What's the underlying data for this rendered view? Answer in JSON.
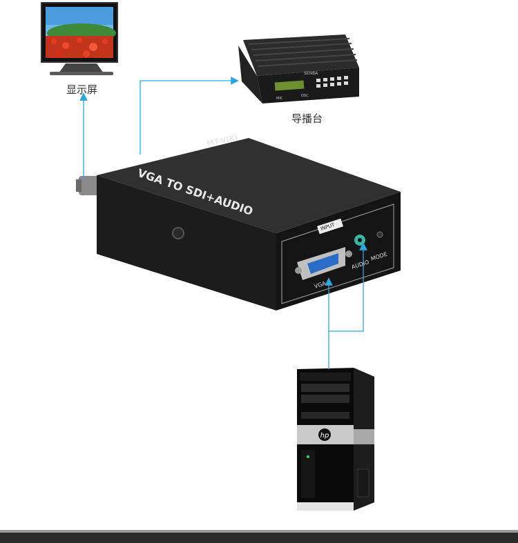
{
  "labels": {
    "monitor": "显示屏",
    "mixer": "导播台"
  },
  "device": {
    "brand": "MT-VIKI",
    "model_text": "VGA TO SDI+AUDIO",
    "input_label": "INPUT",
    "vga_port": "VGA",
    "audio_port": "AUDIO",
    "mode_label": "MODE"
  },
  "mixer_unit": {
    "brand": "SENBA",
    "mic_label": "MIC",
    "osc_label": "OSC"
  },
  "pc": {
    "logo": "hp"
  },
  "colors": {
    "connector_line": "#2aa7e0",
    "box_body": "#1f1f1f"
  }
}
